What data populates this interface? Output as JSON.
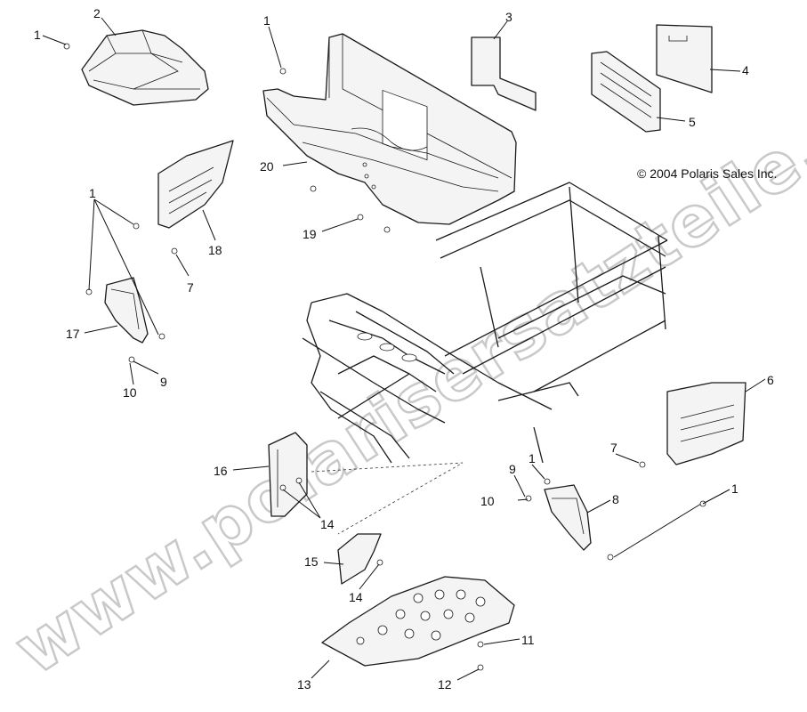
{
  "copyright": "© 2004 Polaris Sales Inc.",
  "watermark": "www.polarisersatzteile.de",
  "callouts": [
    {
      "id": "c1a",
      "text": "1"
    },
    {
      "id": "c2",
      "text": "2"
    },
    {
      "id": "c1b",
      "text": "1"
    },
    {
      "id": "c3",
      "text": "3"
    },
    {
      "id": "c4",
      "text": "4"
    },
    {
      "id": "c5",
      "text": "5"
    },
    {
      "id": "c20",
      "text": "20"
    },
    {
      "id": "c1c",
      "text": "1"
    },
    {
      "id": "c18",
      "text": "18"
    },
    {
      "id": "c19",
      "text": "19"
    },
    {
      "id": "c7a",
      "text": "7"
    },
    {
      "id": "c17",
      "text": "17"
    },
    {
      "id": "c9a",
      "text": "9"
    },
    {
      "id": "c10a",
      "text": "10"
    },
    {
      "id": "c6",
      "text": "6"
    },
    {
      "id": "c16",
      "text": "16"
    },
    {
      "id": "c7b",
      "text": "7"
    },
    {
      "id": "c9b",
      "text": "9"
    },
    {
      "id": "c1d",
      "text": "1"
    },
    {
      "id": "c10b",
      "text": "10"
    },
    {
      "id": "c8",
      "text": "8"
    },
    {
      "id": "c1e",
      "text": "1"
    },
    {
      "id": "c14a",
      "text": "14"
    },
    {
      "id": "c15",
      "text": "15"
    },
    {
      "id": "c14b",
      "text": "14"
    },
    {
      "id": "c11",
      "text": "11"
    },
    {
      "id": "c12",
      "text": "12"
    },
    {
      "id": "c13",
      "text": "13"
    }
  ]
}
